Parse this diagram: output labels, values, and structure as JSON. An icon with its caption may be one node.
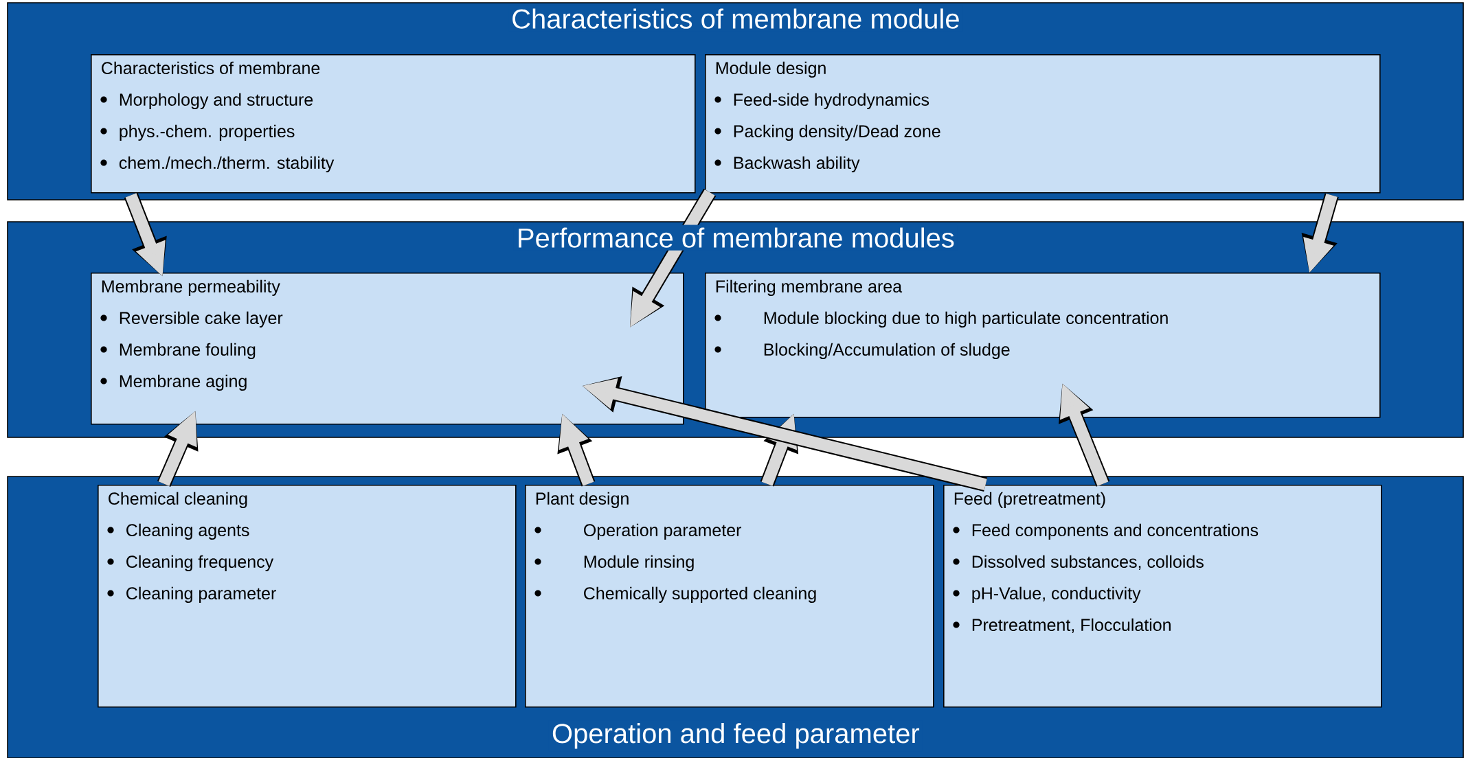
{
  "diagram": {
    "nodes": [
      {
        "text": [
          "Characteristics of membrane module"
        ]
      },
      {
        "text": [
          "Characteristics of membrane",
          "Morphology and structure",
          "phys.-chem. properties",
          "chem./mech./therm. stability"
        ],
        "in": 0
      },
      {
        "text": [
          "Module design",
          "Feed-side hydrodynamics",
          "Packing density/Dead zone",
          "Backwash ability"
        ],
        "in": 0
      },
      {
        "text": [
          "Performance of membrane modules"
        ]
      },
      {
        "text": [
          "Membrane permeability",
          "Reversible cake layer",
          "Membrane fouling",
          "Membrane aging"
        ],
        "in": 3
      },
      {
        "text": [
          "Filtering membrane area",
          "Module blocking due to high particulate concentration",
          "Blocking/Accumulation of sludge"
        ],
        "in": 3
      },
      {
        "text": [
          "Operation and feed parameter"
        ]
      },
      {
        "text": [
          "Chemical cleaning",
          "Cleaning agents",
          "Cleaning frequency",
          "Cleaning parameter"
        ],
        "in": 6
      },
      {
        "text": [
          "Plant design",
          "Operation parameter",
          "Module rinsing",
          "Chemically supported cleaning"
        ],
        "in": 6
      },
      {
        "text": [
          "Feed (pretreatment)",
          "Feed components and concentrations",
          "Dissolved substances, colloids",
          "pH-Value, conductivity",
          "Pretreatment, Flocculation"
        ],
        "in": 6
      }
    ],
    "edges": [
      {
        "from": 1,
        "to": 4,
        "arrow": "to"
      },
      {
        "from": 2,
        "to": 4,
        "arrow": "to"
      },
      {
        "from": 2,
        "to": 5,
        "arrow": "to"
      },
      {
        "from": 7,
        "to": 4,
        "arrow": "to"
      },
      {
        "from": 8,
        "to": 4,
        "arrow": "to"
      },
      {
        "from": 8,
        "to": 5,
        "arrow": "to"
      },
      {
        "from": 9,
        "to": 4,
        "arrow": "to"
      },
      {
        "from": 9,
        "to": 5,
        "arrow": "to"
      }
    ]
  }
}
